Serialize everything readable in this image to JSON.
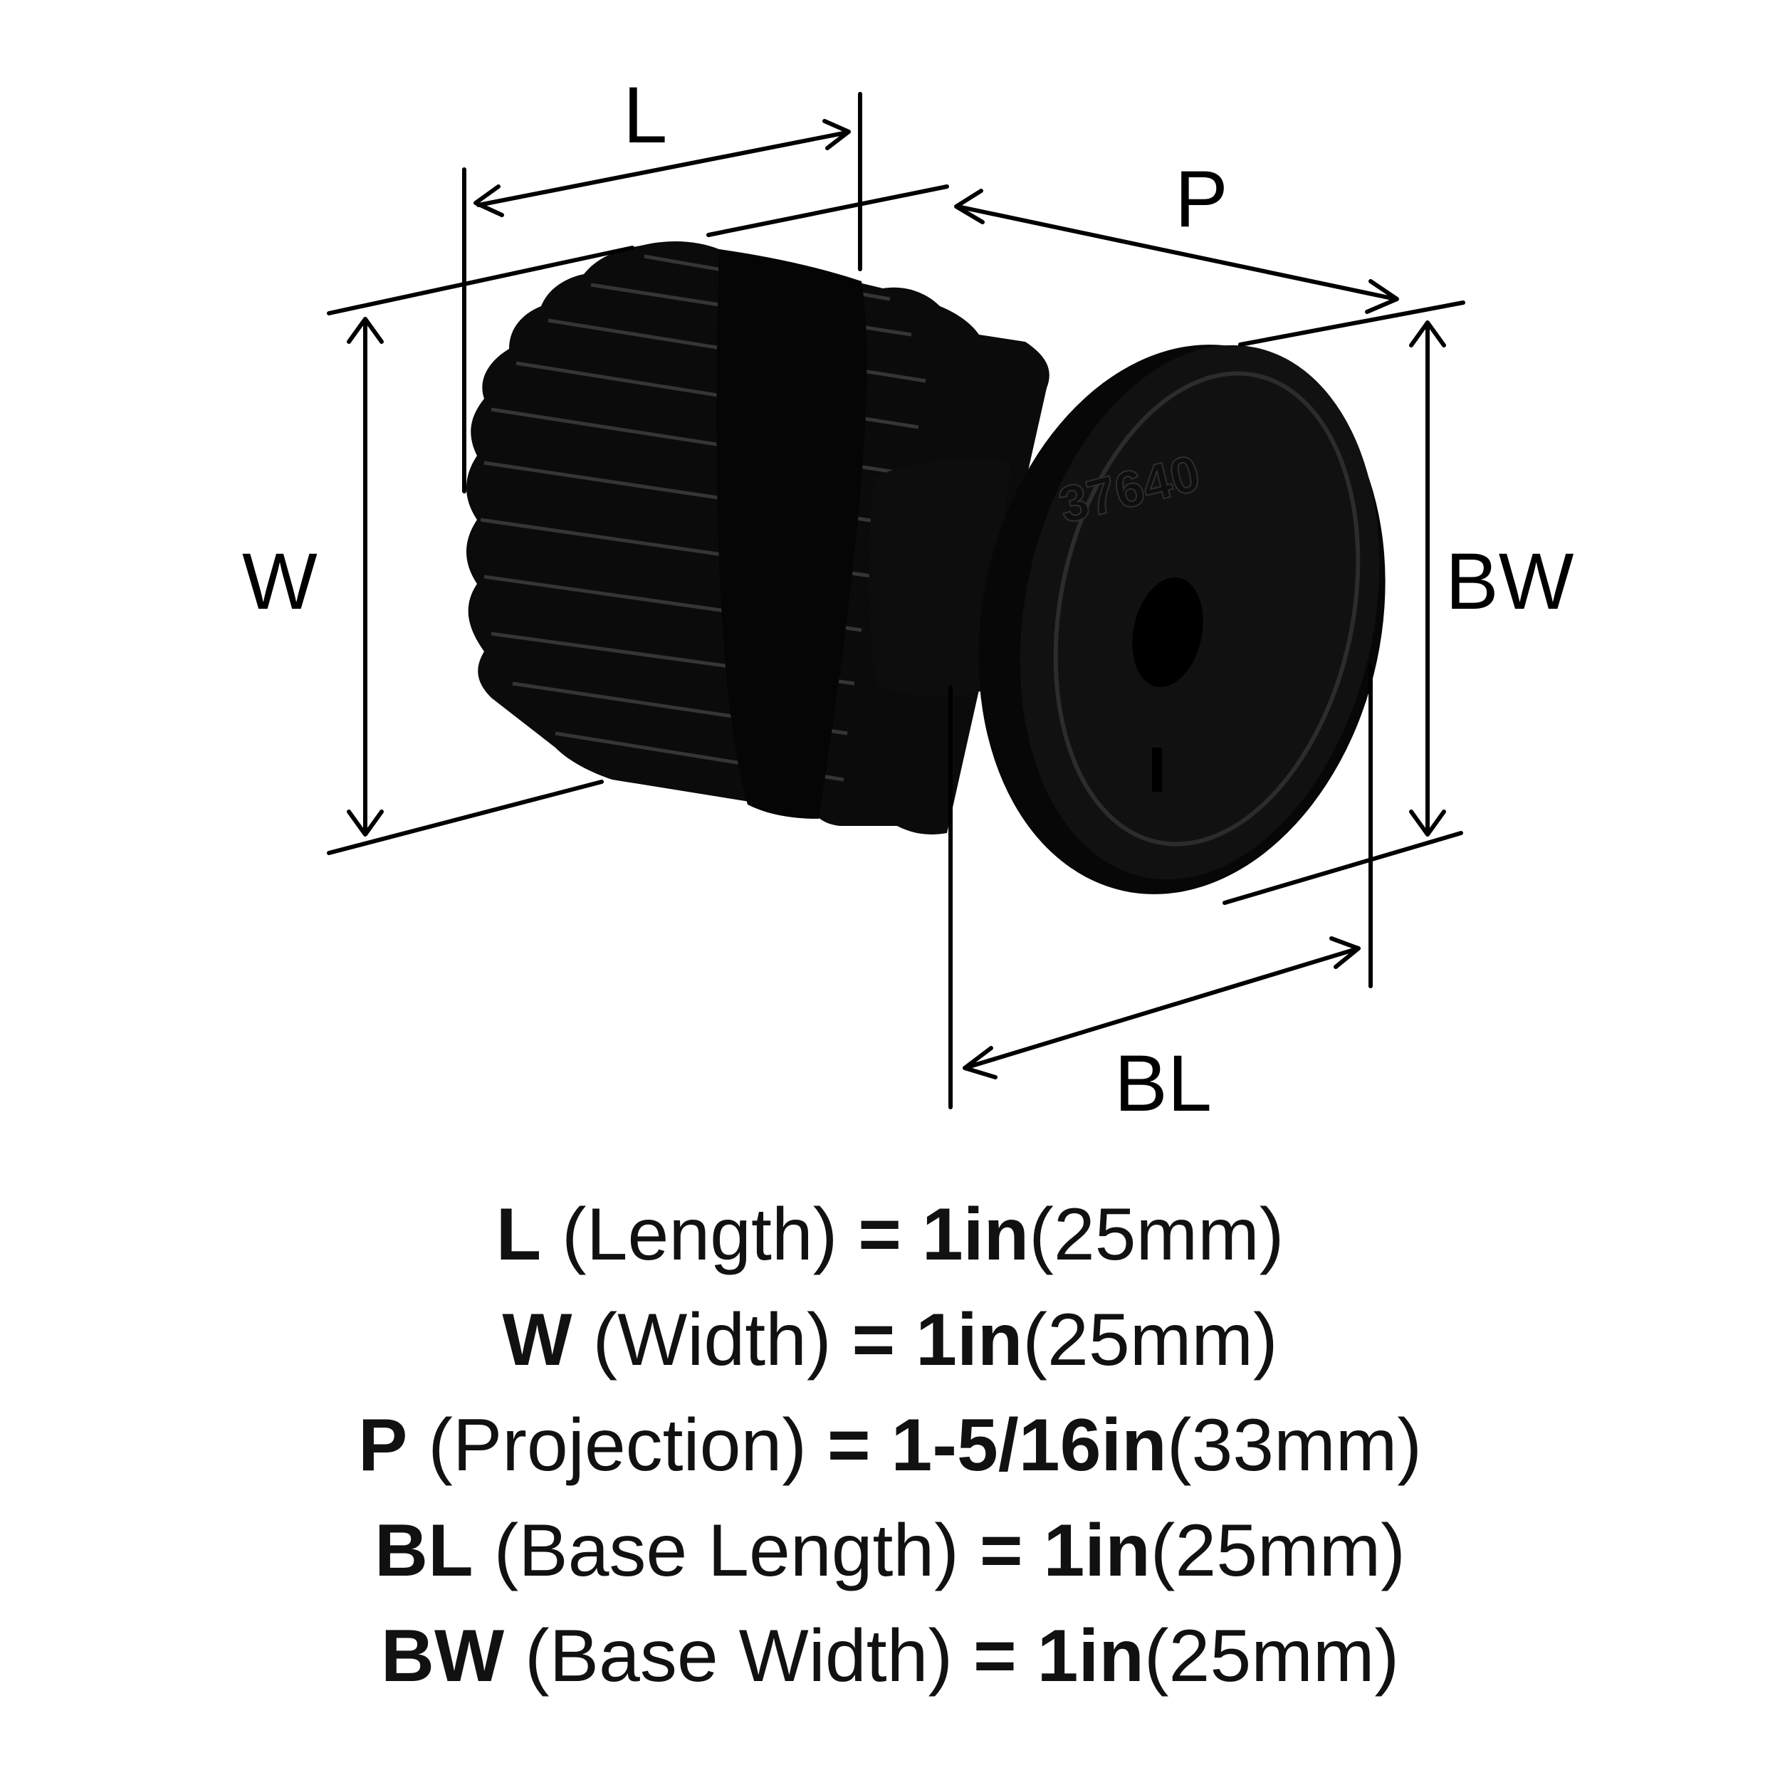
{
  "labels": {
    "L": "L",
    "W": "W",
    "P": "P",
    "BW": "BW",
    "BL": "BL",
    "part_number": "37640"
  },
  "specs": [
    {
      "abbr": "L",
      "name": "(Length)",
      "eq": "=",
      "imperial": "1in",
      "metric": "(25mm)"
    },
    {
      "abbr": "W",
      "name": "(Width)",
      "eq": "=",
      "imperial": "1in",
      "metric": "(25mm)"
    },
    {
      "abbr": "P",
      "name": "(Projection)",
      "eq": "=",
      "imperial": "1-5/16in",
      "metric": "(33mm)"
    },
    {
      "abbr": "BL",
      "name": "(Base Length)",
      "eq": "=",
      "imperial": "1in",
      "metric": "(25mm)"
    },
    {
      "abbr": "BW",
      "name": "(Base Width)",
      "eq": "=",
      "imperial": "1in",
      "metric": "(25mm)"
    }
  ],
  "colors": {
    "product": "#0a0a0a",
    "line": "#000000",
    "text": "#111111"
  }
}
